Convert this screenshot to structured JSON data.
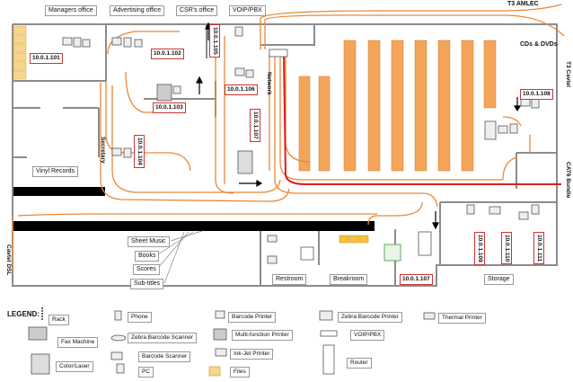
{
  "rooms": {
    "managers_office": "Managers office",
    "advertising_office": "Advertising office",
    "csr_office": "CSR's office",
    "voip_pbx": "VOIP/PBX",
    "cds_dvds": "CDs & DVDs",
    "vinyl_records": "Vinyl Records",
    "secretary": "Secretary",
    "network": "Network",
    "restroom": "Restroom",
    "breakroom": "Breakroom",
    "storage": "Storage",
    "sheet_music": "Sheet Music",
    "books": "Books",
    "scores": "Scores",
    "sub_titles": "Sub-titles"
  },
  "external": {
    "t3_amlec": "T3 AMLEC",
    "t3_cavtel": "T3 Cavtel",
    "cat6_bundle": "CAT6 Bundle",
    "cavtel_dsl": "Cavtel DSL"
  },
  "ips": {
    "ip101": "10.0.1.101",
    "ip102": "10.0.1.102",
    "ip103": "10.0.1.103",
    "ip104": "10.0.1.104",
    "ip105": "10.0.1.105",
    "ip106": "10.0.1.106",
    "ip107a": "10.0.1.107",
    "ip107b": "10.0.1.107",
    "ip108": "10.0.1.108",
    "ip109": "10.0.1.109",
    "ip110": "10.0.1.110",
    "ip111": "10.0.1.111"
  },
  "legend": {
    "title": "LEGEND:",
    "rack": "Rack",
    "phone": "Phone",
    "barcode_printer": "Barcode Printer",
    "zebra_barcode_printer": "Zebra Barcode Printer",
    "thermal_printer": "Thermal Printer",
    "fax_machine": "Fax Machine",
    "zebra_barcode_scanner": "Zebra Barcode Scanner",
    "multifunction_printer": "Multi-function Printer",
    "voip_pbx": "VOIP/PBX",
    "color_laser": "Color/Laser",
    "barcode_scanner": "Barcode Scanner",
    "inkjet_printer": "Ink-Jet Printer",
    "router": "Router",
    "pc": "PC",
    "files": "Files"
  },
  "colors": {
    "shelf": "#f4a55a",
    "cable": "#e8893a",
    "red_cable": "#d82020",
    "wall": "#8c8c8c",
    "files": "#f7d58a"
  }
}
